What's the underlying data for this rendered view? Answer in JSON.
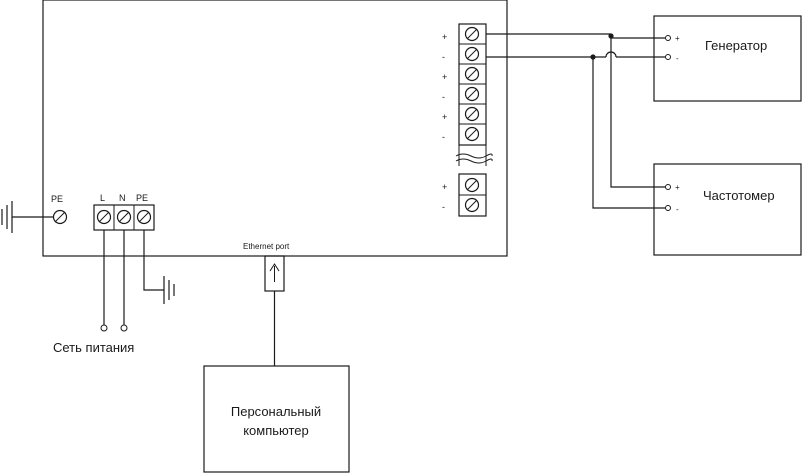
{
  "main_unit": {
    "terminal_signs": [
      "+",
      "-",
      "+",
      "-",
      "+",
      "-"
    ],
    "bottom_terminal_signs": [
      "+",
      "-"
    ]
  },
  "power": {
    "pe_left_label": "PE",
    "block_labels": [
      "L",
      "N",
      "PE"
    ],
    "mains_label": "Сеть питания"
  },
  "ethernet": {
    "label": "Ethernet port"
  },
  "computer": {
    "line1": "Персональный",
    "line2": "компьютер"
  },
  "generator": {
    "label": "Генератор",
    "plus": "+",
    "minus": "-"
  },
  "frequency_meter": {
    "label": "Частотомер",
    "plus": "+",
    "minus": "-"
  }
}
